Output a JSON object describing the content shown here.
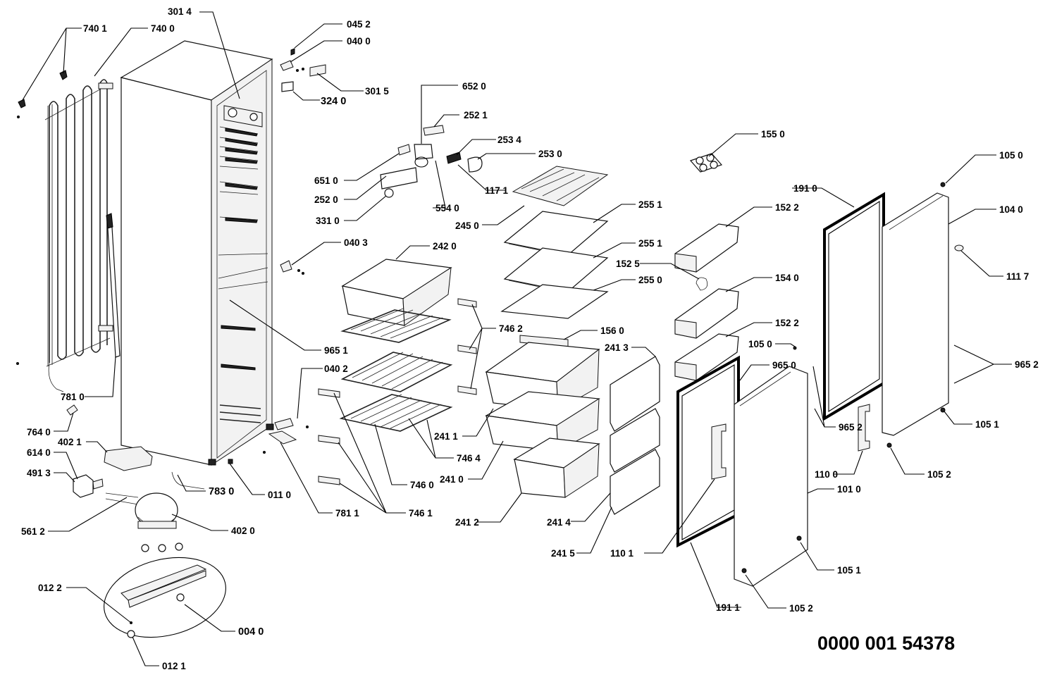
{
  "diagram": {
    "document_number": "0000 001 54378",
    "callouts": [
      "740 1",
      "740 0",
      "301 4",
      "045 2",
      "040 0",
      "301 5",
      "324 0",
      "652 0",
      "252 1",
      "253 4",
      "253 0",
      "651 0",
      "252 0",
      "117 1",
      "554 0",
      "331 0",
      "245 0",
      "255 1",
      "255 1",
      "242 0",
      "040 3",
      "255 0",
      "746 2",
      "156 0",
      "965 1",
      "241 3",
      "040 2",
      "781 0",
      "764 0",
      "402 1",
      "614 0",
      "491 3",
      "783 0",
      "011 0",
      "781 1",
      "746 0",
      "746 4",
      "746 1",
      "241 1",
      "241 0",
      "241 2",
      "241 4",
      "241 5",
      "561 2",
      "402 0",
      "012 2",
      "004 0",
      "012 1",
      "155 0",
      "152 2",
      "152 5",
      "154 0",
      "152 2",
      "105 0",
      "965 0",
      "191 0",
      "105 0",
      "104 0",
      "111 7",
      "965 2",
      "105 1",
      "965 2",
      "110 0",
      "105 2",
      "101 0",
      "110 1",
      "105 1",
      "191  1",
      "105 2"
    ]
  }
}
